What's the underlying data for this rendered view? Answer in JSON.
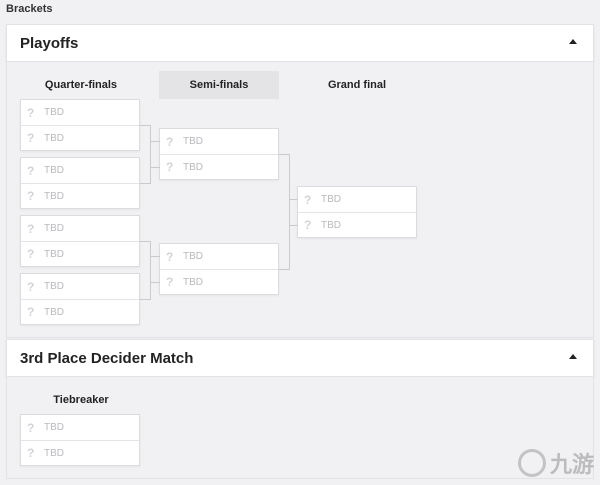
{
  "page": {
    "title": "Brackets"
  },
  "playoffs": {
    "title": "Playoffs",
    "columns": [
      "Quarter-finals",
      "Semi-finals",
      "Grand final"
    ],
    "slot_icon": "?",
    "slot_text": "TBD"
  },
  "third_place": {
    "title": "3rd Place Decider Match",
    "columns": [
      "Tiebreaker"
    ],
    "slot_icon": "?",
    "slot_text": "TBD"
  },
  "watermark": {
    "text": "九游"
  },
  "colors": {
    "background": "#f1f1f3",
    "panel": "#ffffff",
    "active_column": "#e4e4e7",
    "connector": "#c9c9ce",
    "placeholder_text": "#b9b9be"
  },
  "icons": {
    "collapse": "chevron-up-icon",
    "unknown_team": "question-mark-icon"
  }
}
